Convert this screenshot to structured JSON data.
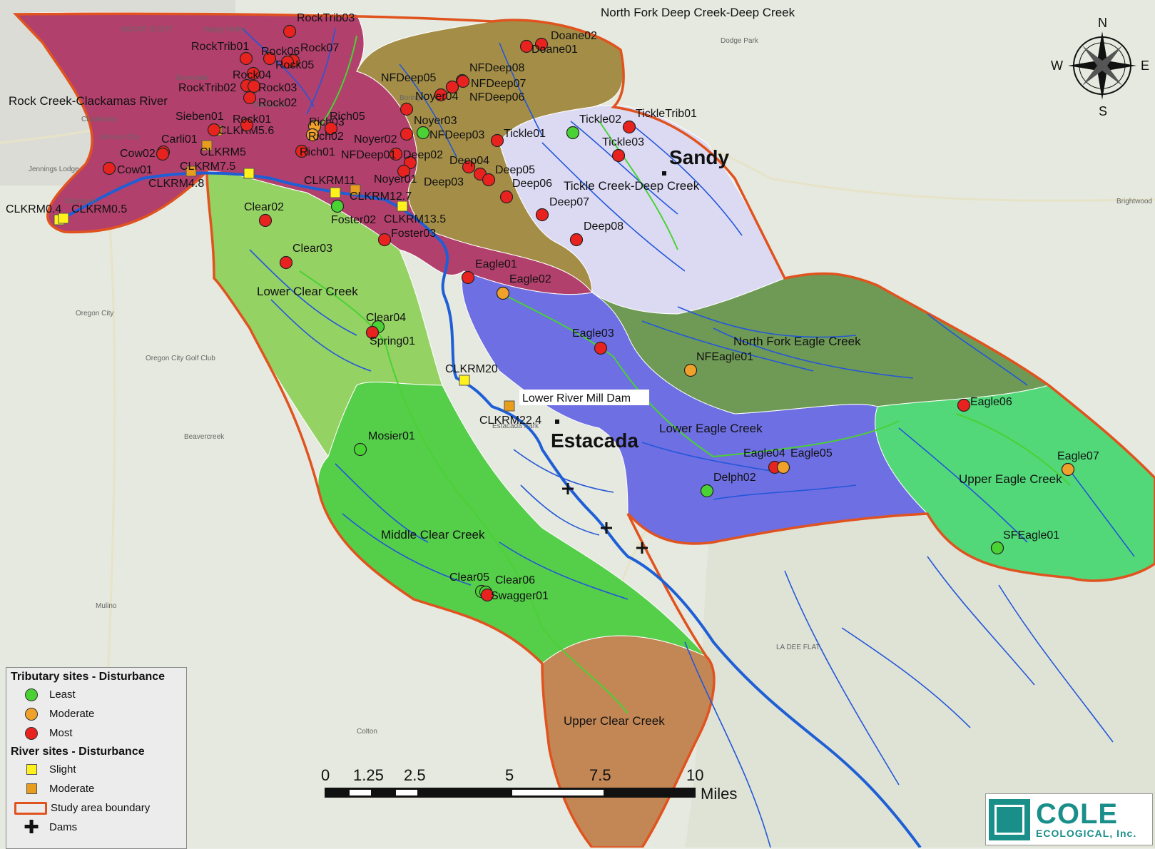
{
  "colors": {
    "most": "#e8231f",
    "moderate": "#f0a12b",
    "least": "#4ad134",
    "slight": "#fff21c",
    "river_moderate": "#e99d1c",
    "boundary": "#e0531f",
    "river": "#1f5fd6",
    "stream": "#2357d9"
  },
  "regions": [
    {
      "label": "Rock Creek-Clackamas River",
      "fill": "#b2406c"
    },
    {
      "label": "North Fork Deep Creek-Deep Creek",
      "fill": "#a48e47"
    },
    {
      "label": "Tickle Creek-Deep Creek",
      "fill": "#dcdaf3"
    },
    {
      "label": "Lower Clear Creek",
      "fill": "#95d264"
    },
    {
      "label": "Lower Eagle Creek",
      "fill": "#6e6fe3"
    },
    {
      "label": "North Fork Eagle Creek",
      "fill": "#6f9a55"
    },
    {
      "label": "Upper Eagle Creek",
      "fill": "#52d879"
    },
    {
      "label": "Middle Clear Creek",
      "fill": "#55ce4a"
    },
    {
      "label": "Upper Clear Creek",
      "fill": "#c38755"
    }
  ],
  "towns": [
    "Sandy",
    "Estacada"
  ],
  "landmarks": [
    "Lower River Mill Dam"
  ],
  "sites": [
    {
      "name": "RockTrib03",
      "d": "most"
    },
    {
      "name": "RockTrib01",
      "d": "most"
    },
    {
      "name": "Rock06",
      "d": "most"
    },
    {
      "name": "Rock07",
      "d": "most"
    },
    {
      "name": "Rock05",
      "d": "most"
    },
    {
      "name": "Rock04",
      "d": "most"
    },
    {
      "name": "RockTrib02",
      "d": "most"
    },
    {
      "name": "Rock03",
      "d": "most"
    },
    {
      "name": "Rock02",
      "d": "most"
    },
    {
      "name": "Rock01",
      "d": "most"
    },
    {
      "name": "Sieben01",
      "d": "most"
    },
    {
      "name": "Carli01",
      "d": "most"
    },
    {
      "name": "Cow02",
      "d": "most"
    },
    {
      "name": "Cow01",
      "d": "most"
    },
    {
      "name": "Rich03",
      "d": "moderate"
    },
    {
      "name": "Rich05",
      "d": "most"
    },
    {
      "name": "Rich02",
      "d": "moderate"
    },
    {
      "name": "Rich01",
      "d": "most"
    },
    {
      "name": "Doane02",
      "d": "most"
    },
    {
      "name": "Doane01",
      "d": "most"
    },
    {
      "name": "NFDeep05",
      "d": "most"
    },
    {
      "name": "NFDeep08",
      "d": "most"
    },
    {
      "name": "NFDeep07",
      "d": "most"
    },
    {
      "name": "Noyer04",
      "d": "most"
    },
    {
      "name": "NFDeep06",
      "d": "most"
    },
    {
      "name": "Noyer03",
      "d": "most"
    },
    {
      "name": "NFDeep03",
      "d": "least"
    },
    {
      "name": "Noyer02",
      "d": "most"
    },
    {
      "name": "NFDeep01",
      "d": "most"
    },
    {
      "name": "Deep02",
      "d": "most"
    },
    {
      "name": "Noyer01",
      "d": "most"
    },
    {
      "name": "Deep04",
      "d": "most"
    },
    {
      "name": "Deep03",
      "d": "most"
    },
    {
      "name": "Deep05",
      "d": "most"
    },
    {
      "name": "Deep06",
      "d": "most"
    },
    {
      "name": "Deep07",
      "d": "most"
    },
    {
      "name": "Deep08",
      "d": "most"
    },
    {
      "name": "Tickle01",
      "d": "most"
    },
    {
      "name": "Tickle02",
      "d": "least"
    },
    {
      "name": "TickleTrib01",
      "d": "most"
    },
    {
      "name": "Tickle03",
      "d": "most"
    },
    {
      "name": "Clear02",
      "d": "most"
    },
    {
      "name": "Clear03",
      "d": "most"
    },
    {
      "name": "Foster02",
      "d": "least"
    },
    {
      "name": "Foster03",
      "d": "most"
    },
    {
      "name": "Clear04",
      "d": "least"
    },
    {
      "name": "Spring01",
      "d": "most"
    },
    {
      "name": "Eagle01",
      "d": "most"
    },
    {
      "name": "Eagle02",
      "d": "moderate"
    },
    {
      "name": "Eagle03",
      "d": "most"
    },
    {
      "name": "NFEagle01",
      "d": "moderate"
    },
    {
      "name": "Eagle06",
      "d": "most"
    },
    {
      "name": "Eagle04",
      "d": "most"
    },
    {
      "name": "Eagle05",
      "d": "moderate"
    },
    {
      "name": "Delph02",
      "d": "least"
    },
    {
      "name": "Eagle07",
      "d": "moderate"
    },
    {
      "name": "SFEagle01",
      "d": "least"
    },
    {
      "name": "Mosier01",
      "d": "least"
    },
    {
      "name": "Clear05",
      "d": "least"
    },
    {
      "name": "Clear06",
      "d": "least"
    },
    {
      "name": "Swagger01",
      "d": "most"
    }
  ],
  "river_sites": [
    {
      "name": "CLKRM0.4",
      "d": "slight"
    },
    {
      "name": "CLKRM0.5",
      "d": "slight"
    },
    {
      "name": "CLKRM4.8",
      "d": "moderate"
    },
    {
      "name": "CLKRM5",
      "d": "moderate"
    },
    {
      "name": "CLKRM5.6",
      "d": "moderate"
    },
    {
      "name": "CLKRM7.5",
      "d": "slight"
    },
    {
      "name": "CLKRM11",
      "d": "slight"
    },
    {
      "name": "CLKRM12.7",
      "d": "moderate"
    },
    {
      "name": "CLKRM13.5",
      "d": "slight"
    },
    {
      "name": "CLKRM20",
      "d": "slight"
    },
    {
      "name": "CLKRM22.4",
      "d": "moderate"
    }
  ],
  "basemap_labels": [
    "Happy Valley",
    "MOUNT SCOTT",
    "Clackamas",
    "Johnson City",
    "Jennings Lodge",
    "Gladstone",
    "Oregon City",
    "Oregon City Golf Club",
    "Sunnyside",
    "Damascus",
    "Boring",
    "Dodge Park",
    "Brightwood",
    "Beavercreek",
    "Mulino",
    "Colton",
    "LA DEE FLAT",
    "Estacada Park"
  ],
  "scalebar": {
    "ticks": [
      "0",
      "1.25",
      "2.5",
      "5",
      "7.5",
      "10"
    ],
    "unit": "Miles"
  },
  "compass": {
    "n": "N",
    "s": "S",
    "e": "E",
    "w": "W"
  },
  "legend": {
    "trib_title": "Tributary sites - Disturbance",
    "trib_items": [
      "Least",
      "Moderate",
      "Most"
    ],
    "river_title": "River sites - Disturbance",
    "river_items": [
      "Slight",
      "Moderate"
    ],
    "boundary": "Study area boundary",
    "dams": "Dams"
  },
  "logo": {
    "line1": "COLE",
    "line2": "ECOLOGICAL, Inc."
  }
}
